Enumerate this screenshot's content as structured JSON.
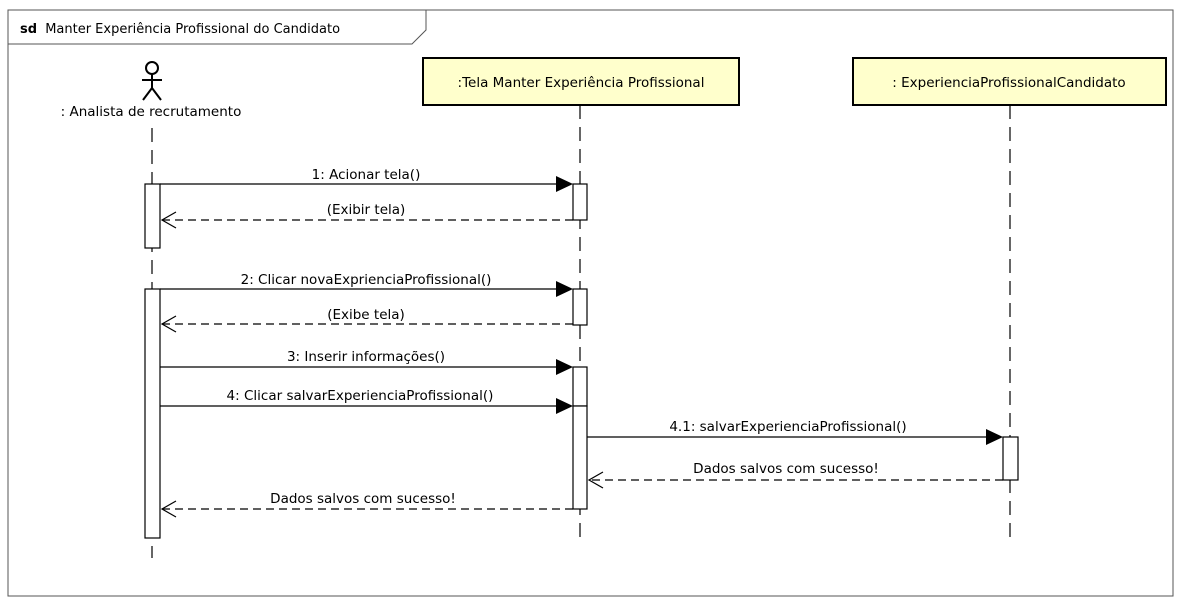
{
  "frame": {
    "keyword": "sd",
    "name": "Manter Experiência Profissional do Candidato"
  },
  "participants": [
    {
      "id": "actor",
      "kind": "actor",
      "label": ": Analista de recrutamento"
    },
    {
      "id": "tela",
      "kind": "object",
      "label": ":Tela Manter Experiência Profissional"
    },
    {
      "id": "entidade",
      "kind": "object",
      "label": ": ExperienciaProfissionalCandidato"
    }
  ],
  "messages": [
    {
      "id": "m1",
      "from": "actor",
      "to": "tela",
      "type": "sync",
      "label": "1: Acionar tela()"
    },
    {
      "id": "m1r",
      "from": "tela",
      "to": "actor",
      "type": "reply",
      "label": "(Exibir tela)"
    },
    {
      "id": "m2",
      "from": "actor",
      "to": "tela",
      "type": "sync",
      "label": "2: Clicar novaExprienciaProfissional()"
    },
    {
      "id": "m2r",
      "from": "tela",
      "to": "actor",
      "type": "reply",
      "label": "(Exibe tela)"
    },
    {
      "id": "m3",
      "from": "actor",
      "to": "tela",
      "type": "sync",
      "label": "3: Inserir informações()"
    },
    {
      "id": "m4",
      "from": "actor",
      "to": "tela",
      "type": "sync",
      "label": "4: Clicar salvarExperienciaProfissional()"
    },
    {
      "id": "m41",
      "from": "tela",
      "to": "entidade",
      "type": "sync",
      "label": "4.1: salvarExperienciaProfissional()"
    },
    {
      "id": "m41r",
      "from": "entidade",
      "to": "tela",
      "type": "reply",
      "label": "Dados salvos com sucesso!"
    },
    {
      "id": "m4r",
      "from": "tela",
      "to": "actor",
      "type": "reply",
      "label": "Dados salvos com sucesso!"
    }
  ],
  "colors": {
    "line": "#000000",
    "object_fill": "#ffffcc",
    "activation_fill": "#ffffff",
    "frame_border": "#555555"
  }
}
